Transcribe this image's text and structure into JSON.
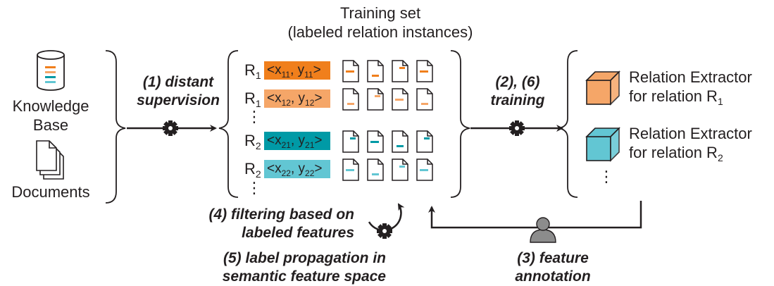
{
  "title": {
    "line1": "Training set",
    "line2": "(labeled relation instances)"
  },
  "sources": {
    "kb_line1": "Knowledge",
    "kb_line2": "Base",
    "docs": "Documents"
  },
  "steps": {
    "distant_line1": "(1) distant",
    "distant_line2": "supervision",
    "training_line1": "(2), (6)",
    "training_line2": "training",
    "filter_line1": "(4) filtering based on",
    "filter_line2": "labeled features",
    "propagation_line1": "(5) label propagation in",
    "propagation_line2": "semantic feature space",
    "annotation_line1": "(3) feature",
    "annotation_line2": "annotation"
  },
  "instances": [
    {
      "relation": "R",
      "relation_sub": "1",
      "x": "x",
      "x_sub": "11",
      "y": "y",
      "y_sub": "11",
      "color": "#f07f1c"
    },
    {
      "relation": "R",
      "relation_sub": "1",
      "x": "x",
      "x_sub": "12",
      "y": "y",
      "y_sub": "12",
      "color": "#f5a668"
    },
    {
      "relation": "R",
      "relation_sub": "2",
      "x": "x",
      "x_sub": "21",
      "y": "y",
      "y_sub": "21",
      "color": "#009aa6"
    },
    {
      "relation": "R",
      "relation_sub": "2",
      "x": "x",
      "x_sub": "22",
      "y": "y",
      "y_sub": "22",
      "color": "#62c6d3"
    }
  ],
  "extractors": [
    {
      "line1": "Relation Extractor",
      "line2": "for relation R",
      "sub": "1",
      "color": "#f5a668"
    },
    {
      "line1": "Relation Extractor",
      "line2": "for relation R",
      "sub": "2",
      "color": "#62c6d3"
    }
  ],
  "ellipsis": "⋮",
  "colors": {
    "orange": "#f07f1c",
    "light_orange": "#f5a668",
    "teal": "#009aa6",
    "light_teal": "#62c6d3",
    "ink": "#231f20",
    "gray": "#8c8c8c"
  },
  "icons": [
    "database-icon",
    "documents-icon",
    "gear-icon",
    "document-icon",
    "cube-icon",
    "user-icon"
  ]
}
